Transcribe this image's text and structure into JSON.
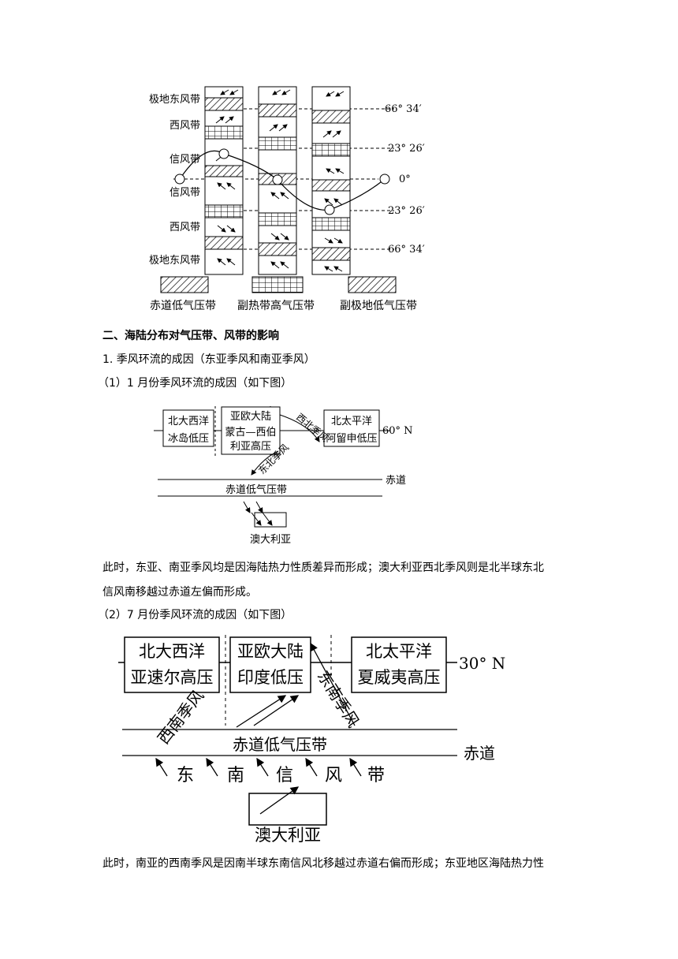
{
  "figure1": {
    "left_labels": [
      "极地东风带",
      "西风带",
      "信风带",
      "信风带",
      "西风带",
      "极地东风带"
    ],
    "right_labels": [
      "66° 34′",
      "23° 26′",
      "0°",
      "23° 26′",
      "66° 34′"
    ],
    "legend": [
      "赤道低气压带",
      "副热带高气压带",
      "副极地低气压带"
    ]
  },
  "section_heading": "二、海陆分布对气压带、风带的影响",
  "item1": "1.  季风环流的成因（东亚季风和南亚季风）",
  "item1_1": "（1）1 月份季风环流的成因（如下图）",
  "figure2": {
    "box_north_atlantic": [
      "北大西洋",
      "冰岛低压"
    ],
    "box_eurasia": [
      "亚欧大陆",
      "蒙古—西伯",
      "利亚高压"
    ],
    "box_north_pacific": [
      "北太平洋",
      "阿留申低压"
    ],
    "lat_label": "60° N",
    "nw_monsoon": "西北季风",
    "ne_monsoon": "东北季风",
    "equator": "赤道",
    "equatorial_low": "赤道低气压带",
    "australia": "澳大利亚"
  },
  "para1_line1": "此时，东亚、南亚季风均是因海陆热力性质差异而形成；澳大利亚西北季风则是北半球东北",
  "para1_line2": "信风南移越过赤道左偏而形成。",
  "item1_2": "（2）7 月份季风环流的成因（如下图）",
  "figure3": {
    "box_north_atlantic": [
      "北大西洋",
      "亚速尔高压"
    ],
    "box_eurasia": [
      "亚欧大陆",
      "印度低压"
    ],
    "box_north_pacific": [
      "北太平洋",
      "夏威夷高压"
    ],
    "lat_label": "30° N",
    "sw_monsoon": "西南季风",
    "se_monsoon": "东南季风",
    "equatorial_low": "赤道低气压带",
    "equator": "赤道",
    "se_trades": [
      "东",
      "南",
      "信",
      "风",
      "带"
    ],
    "australia": "澳大利亚"
  },
  "para2_line1": "此时，南亚的西南季风是因南半球东南信风北移越过赤道右偏而形成；东亚地区海陆热力性"
}
